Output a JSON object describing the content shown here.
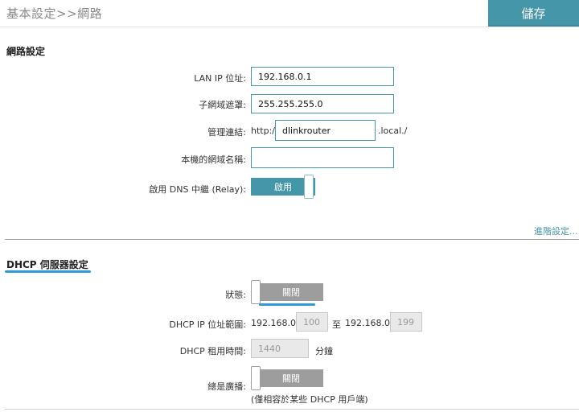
{
  "header": {
    "breadcrumb": "基本設定>>網路",
    "save_label": "儲存"
  },
  "network": {
    "title": "網路設定",
    "lan_ip": {
      "label": "LAN IP 位址:",
      "value": "192.168.0.1"
    },
    "subnet": {
      "label": "子網域遮罩:",
      "value": "255.255.255.0"
    },
    "mgmt": {
      "label": "管理連結:",
      "prefix": "http://",
      "value": "dlinkrouter",
      "suffix": ".local./"
    },
    "domain": {
      "label": "本機的網域名稱:",
      "value": ""
    },
    "dns_relay": {
      "label": "啟用 DNS 中繼 (Relay):",
      "state": "啟用"
    },
    "advanced_link": "進階設定..."
  },
  "dhcp": {
    "title": "DHCP 伺服器設定",
    "status": {
      "label": "狀態:",
      "state": "關閉"
    },
    "range": {
      "label": "DHCP IP 位址範圍:",
      "prefix_start": "192.168.0.",
      "start": "100",
      "to": "至",
      "prefix_end": "192.168.0.",
      "end": "199"
    },
    "lease": {
      "label": "DHCP 租用時間:",
      "value": "1440",
      "unit": "分鐘"
    },
    "broadcast": {
      "label": "總是廣播:",
      "state": "關閉",
      "note": "(僅相容於某些 DHCP 用戶端)"
    }
  },
  "colors": {
    "accent": "#4596a8",
    "toggle_off": "#9d9d9d",
    "underline": "#2f9bd6"
  }
}
